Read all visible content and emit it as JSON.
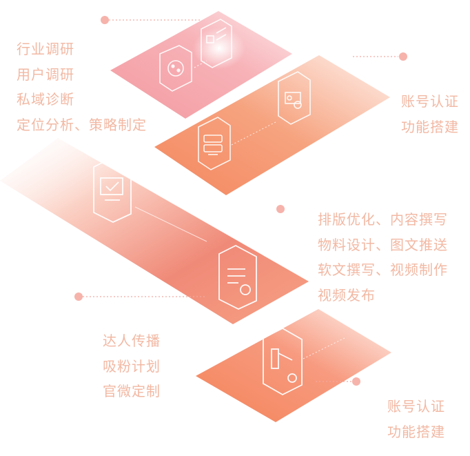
{
  "colors": {
    "label_text": "#f2b8a3",
    "dot": "#f6b3ab",
    "connector": "#f2a9a0",
    "panel_pink": "#f39aa0",
    "panel_orange": "#f48862",
    "panel_light": "#fde6e2",
    "icon_stroke": "#ffffff"
  },
  "steps": [
    {
      "id": "step-1",
      "icons": [
        "document-grid-icon",
        "plug-socket-icon"
      ],
      "labels": [
        "行业调研",
        "用户调研",
        "私域诊断",
        "定位分析、策略制定"
      ]
    },
    {
      "id": "step-2",
      "icons": [
        "id-card-icon",
        "server-stack-icon"
      ],
      "labels": [
        "账号认证",
        "功能搭建"
      ]
    },
    {
      "id": "step-3",
      "icons": [
        "monitor-check-icon",
        "document-gear-icon"
      ],
      "labels": [
        "排版优化、内容撰写",
        "物料设计、图文推送",
        "软文撰写、视频制作",
        "视频发布"
      ]
    },
    {
      "id": "step-4",
      "icons": [],
      "labels": [
        "达人传播",
        "吸粉计划",
        "官微定制"
      ]
    },
    {
      "id": "step-5",
      "icons": [
        "flag-badge-icon"
      ],
      "labels": [
        "账号认证",
        "功能搭建"
      ]
    }
  ]
}
